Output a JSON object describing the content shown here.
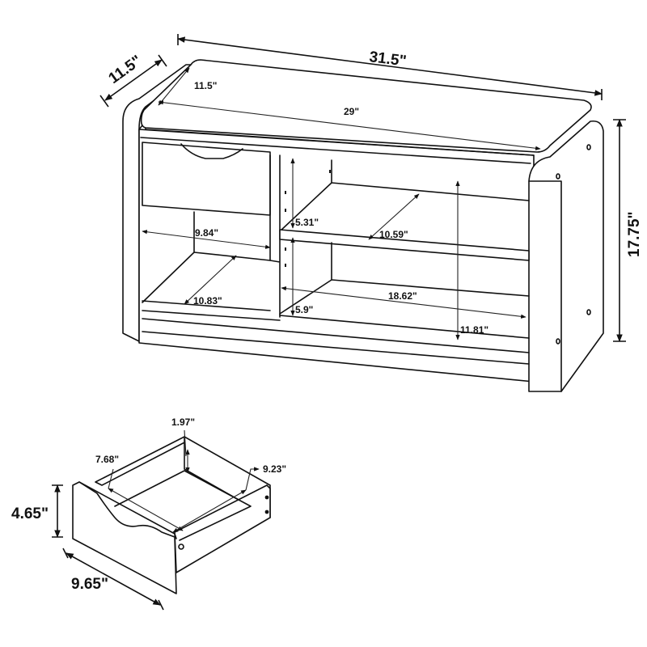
{
  "diagram": {
    "subject": "Storage bench with drawer and shelves",
    "line_color": "#111111",
    "background": "#ffffff"
  },
  "bench": {
    "overall_width": "31.5\"",
    "overall_depth": "11.5\"",
    "overall_height": "17.75\"",
    "cushion_depth": "11.5\"",
    "cushion_width": "29\"",
    "left_compartment_width": "9.84\"",
    "left_compartment_depth": "10.83\"",
    "upper_shelf_height": "5.31\"",
    "upper_shelf_depth": "10.59\"",
    "lower_shelf_height": "5.9\"",
    "right_compartment_width": "18.62\"",
    "right_compartment_height": "11.81\""
  },
  "drawer": {
    "height": "4.65\"",
    "width": "9.65\"",
    "inner_depth": "7.68\"",
    "inner_height": "1.97\"",
    "inner_width": "9.23\""
  }
}
